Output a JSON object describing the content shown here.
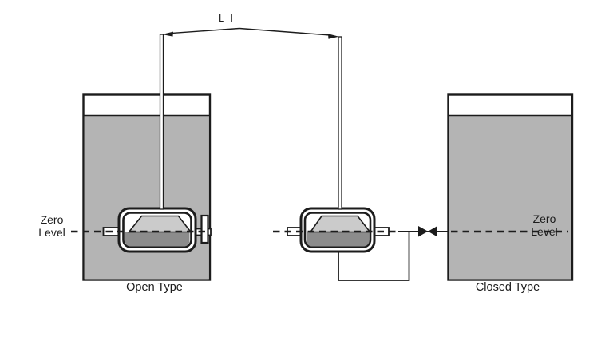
{
  "diagram": {
    "instrument_label": "L I",
    "open_tank": {
      "caption": "Open Type",
      "zero_level_line1": "Zero",
      "zero_level_line2": "Level"
    },
    "closed_tank": {
      "caption": "Closed Type",
      "zero_level_line1": "Zero",
      "zero_level_line2": "Level"
    },
    "icons": {
      "valve": "isolation-valve-icon",
      "left_arrow": "arrowhead-left-icon",
      "right_arrow": "arrowhead-right-icon"
    },
    "colors": {
      "line": "#1c1c1c",
      "tank_fill": "#b4b4b4",
      "displacer_fill": "#cbcbcb",
      "chamber_liquid_fill": "#8c8c8c",
      "text": "#1c1c1c",
      "bg": "#ffffff"
    }
  }
}
